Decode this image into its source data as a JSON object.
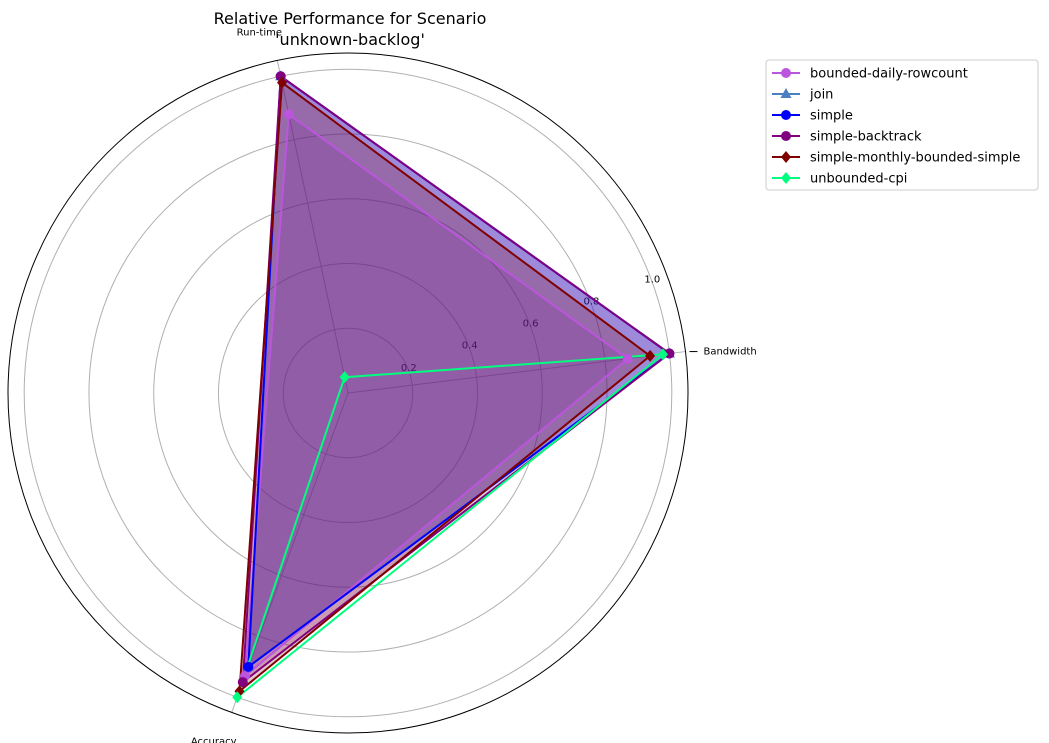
{
  "chart_data": {
    "type": "radar",
    "title_lines": [
      "Relative Performance for Scenario",
      "'unknown-backlog'"
    ],
    "axes": [
      "Bandwidth",
      "Run-time",
      "Accuracy"
    ],
    "radial_ticks": [
      "0.2",
      "0.4",
      "0.6",
      "0.8",
      "1.0"
    ],
    "radial_tick_values": [
      0.2,
      0.4,
      0.6,
      0.8,
      1.0
    ],
    "rlim": [
      0,
      1.05
    ],
    "grid": true,
    "legend_position": "outside top-right",
    "series": [
      {
        "name": "bounded-daily-rowcount",
        "values": [
          0.87,
          0.88,
          0.93
        ],
        "color": "#bb55dd",
        "marker": "circle",
        "fill": true
      },
      {
        "name": "join",
        "values": [
          1.0,
          1.0,
          0.9
        ],
        "color": "#4a7fc1",
        "marker": "triangle",
        "fill": true
      },
      {
        "name": "simple",
        "values": [
          1.0,
          1.0,
          0.9
        ],
        "color": "#0000ff",
        "marker": "circle",
        "fill": true
      },
      {
        "name": "simple-backtrack",
        "values": [
          1.0,
          1.0,
          0.95
        ],
        "color": "#800080",
        "marker": "circle",
        "fill": true
      },
      {
        "name": "simple-monthly-bounded-simple",
        "values": [
          0.94,
          0.98,
          0.98
        ],
        "color": "#800000",
        "marker": "diamond",
        "fill": true
      },
      {
        "name": "unbounded-cpi",
        "values": [
          0.98,
          0.05,
          1.0
        ],
        "color": "#00ff7f",
        "marker": "diamond",
        "fill": false
      }
    ]
  }
}
